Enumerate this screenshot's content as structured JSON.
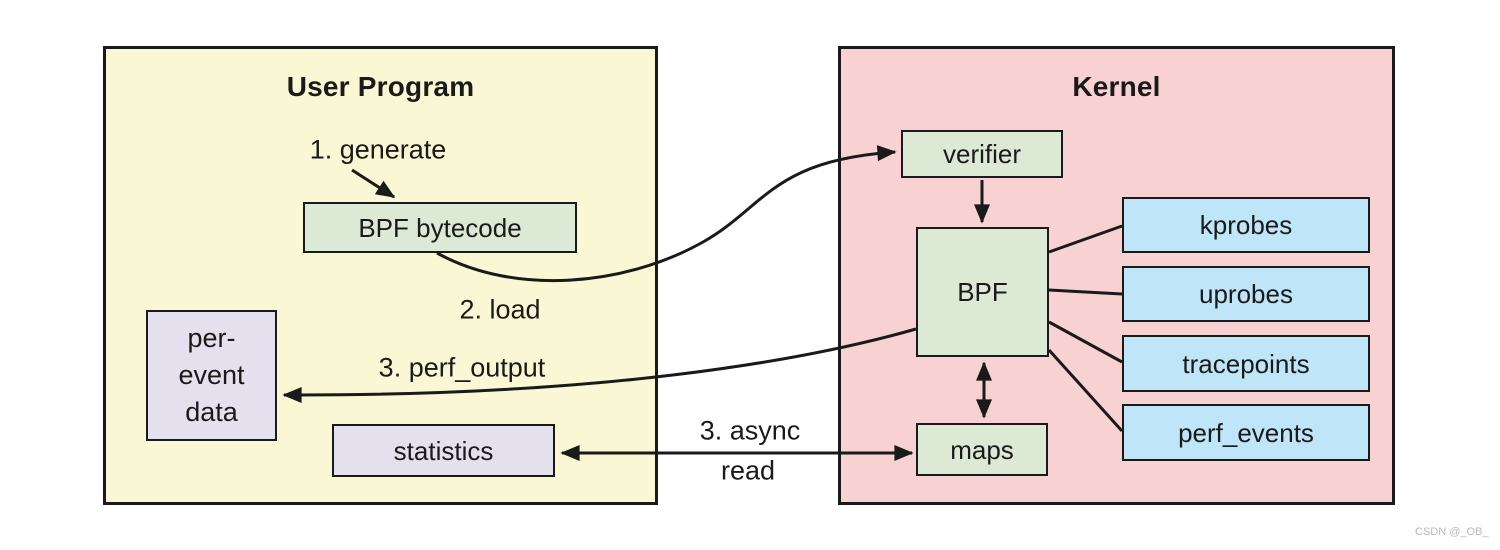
{
  "colors": {
    "yellow": "#FAF8D4",
    "pink": "#F8D2D2",
    "green": "#DCE9D5",
    "blue": "#BFE6F8",
    "lavender": "#E5E0EE",
    "line": "#1A1A1A"
  },
  "user_program": {
    "title": "User Program",
    "step1_label": "1. generate",
    "step2_label": "2. load",
    "step3_label": "3. perf_output",
    "bpf_bytecode": "BPF bytecode",
    "per_event_data_lines": [
      "per-",
      "event",
      "data"
    ],
    "statistics": "statistics"
  },
  "kernel": {
    "title": "Kernel",
    "verifier": "verifier",
    "bpf": "BPF",
    "maps": "maps",
    "probes": [
      "kprobes",
      "uprobes",
      "tracepoints",
      "perf_events"
    ]
  },
  "async_label_lines": [
    "3. async",
    "read"
  ],
  "watermark": "CSDN @_OB_"
}
